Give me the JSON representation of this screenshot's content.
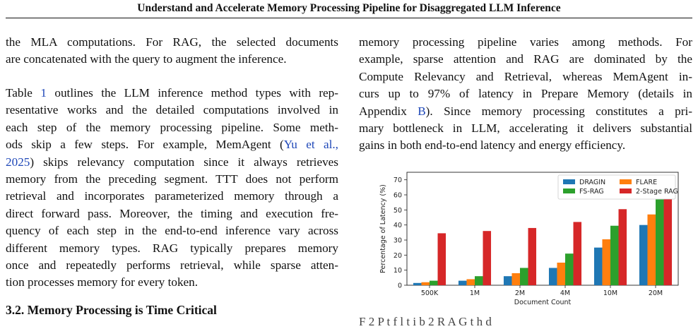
{
  "header": {
    "title": "Understand and Accelerate Memory Processing Pipeline for Disaggregated LLM Inference"
  },
  "left_column": {
    "para1": [
      "the MLA computations. For RAG, the selected documents",
      "are concatenated with the query to augment the inference."
    ],
    "para2": {
      "l1_a": "Table ",
      "l1_ref": "1",
      "l1_b": " outlines the LLM inference method types with rep-",
      "l2": "resentative works and the detailed computations involved in",
      "l3": "each step of the memory processing pipeline. Some meth-",
      "l4_a": "ods skip a few steps. For example, MemAgent (",
      "l4_ref": "Yu et al.,",
      "l5_ref": "2025",
      "l5_b": ") skips relevancy computation since it always retrieves",
      "l6": "memory from the preceding segment. TTT does not perform",
      "l7": "retrieval and incorporates parameterized memory through a",
      "l8": "direct forward pass. Moreover, the timing and execution fre-",
      "l9": "quency of each step in the end-to-end inference vary across",
      "l10": "different memory types. RAG typically prepares memory",
      "l11": "once and repeatedly performs retrieval, while sparse atten-",
      "l12": "tion processes memory for every token."
    },
    "section_heading": "3.2. Memory Processing is Time Critical"
  },
  "right_column": {
    "l1": "memory processing pipeline varies among methods. For",
    "l2": "example, sparse attention and RAG are dominated by the",
    "l3": "Compute Relevancy and Retrieval, whereas MemAgent in-",
    "l4": "curs up to 97% of latency in Prepare Memory (details in",
    "l5_a": "Appendix ",
    "l5_ref": "B",
    "l5_b": "). Since memory processing constitutes a pri-",
    "l6": "mary bottleneck in LLM, accelerating it delivers substantial",
    "l7": "gains in both end-to-end latency and energy efficiency.",
    "caption_fragment": "F  2  P  t  f  l  t  i  b  2  R  A  G  t  h  d"
  },
  "chart_data": {
    "type": "bar",
    "xlabel": "Document Count",
    "ylabel": "Percentage of Latency (%)",
    "ylim": [
      0,
      75
    ],
    "yticks": [
      0,
      10,
      20,
      30,
      40,
      50,
      60,
      70
    ],
    "categories": [
      "500K",
      "1M",
      "2M",
      "4M",
      "10M",
      "20M"
    ],
    "legend_position": "top-right",
    "series": [
      {
        "name": "DRAGIN",
        "color": "#1f77b4",
        "values": [
          1.5,
          3,
          6,
          11.5,
          25,
          40
        ]
      },
      {
        "name": "FLARE",
        "color": "#ff7f0e",
        "values": [
          2,
          4,
          8,
          15,
          30.5,
          47
        ]
      },
      {
        "name": "FS-RAG",
        "color": "#2ca02c",
        "values": [
          3,
          6,
          11.5,
          21,
          39.5,
          57
        ]
      },
      {
        "name": "2-Stage RAG",
        "color": "#d62728",
        "values": [
          34.5,
          36,
          38,
          42,
          50.5,
          61
        ]
      }
    ]
  }
}
